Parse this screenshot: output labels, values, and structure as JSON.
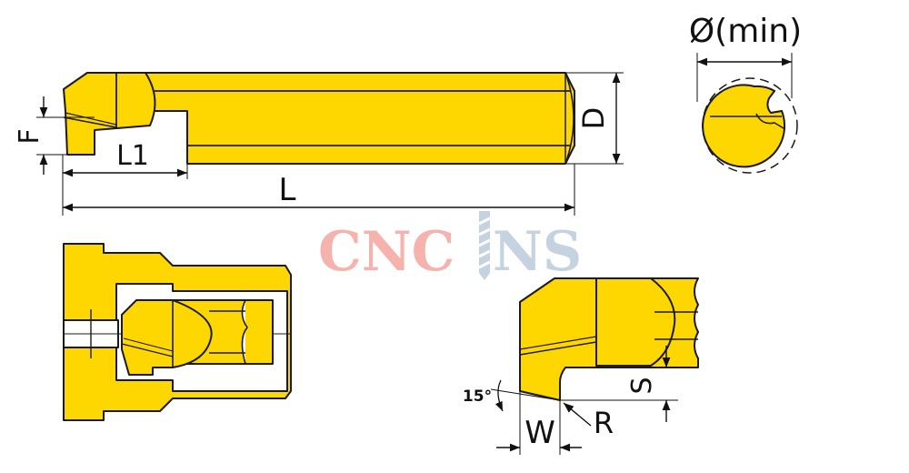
{
  "labels": {
    "F": "F",
    "L1": "L1",
    "L": "L",
    "D": "D",
    "dmin": "Ø(min)",
    "S": "S",
    "W": "W",
    "R": "R",
    "angle": "15°"
  },
  "watermark": {
    "part1": "CNC",
    "part2": "NS"
  },
  "colors": {
    "tool_fill": "#ffd700",
    "outline": "#1a1a1a",
    "watermark_red": "#f6b3ad",
    "watermark_blue": "#c5d2df",
    "background": "#ffffff"
  }
}
